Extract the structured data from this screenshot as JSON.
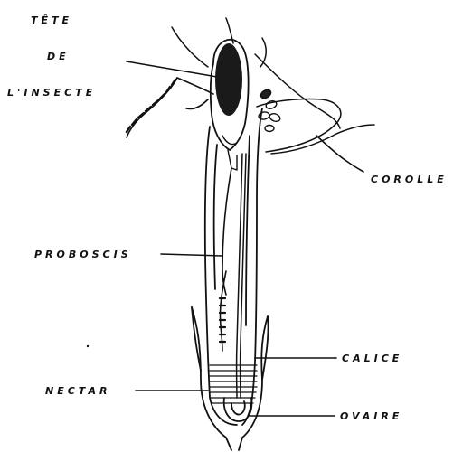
{
  "labels": {
    "head_line1": "TÊTE",
    "head_line2": "DE",
    "head_line3": "L'INSECTE",
    "corolla": "COROLLE",
    "proboscis": "PROBOSCIS",
    "calyx": "CALICE",
    "nectar": "NECTAR",
    "ovary": "OVAIRE"
  },
  "colors": {
    "ink": "#111111",
    "background": "#ffffff"
  }
}
